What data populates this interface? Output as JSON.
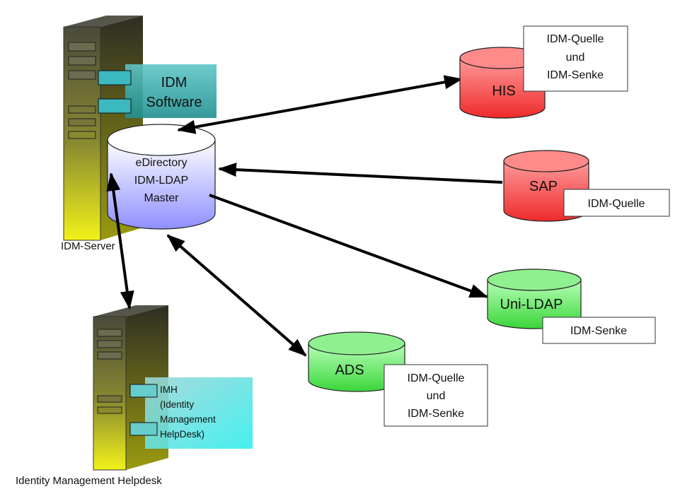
{
  "idm_server": {
    "caption": "IDM-Server",
    "software": [
      "IDM",
      "Software"
    ],
    "directory": [
      "eDirectory",
      "IDM-LDAP",
      "Master"
    ]
  },
  "helpdesk": {
    "caption": "Identity Management Helpdesk",
    "module": [
      "IMH",
      "(Identity",
      "Management",
      "HelpDesk)"
    ]
  },
  "systems": {
    "his": {
      "name": "HIS",
      "role": [
        "IDM-Quelle",
        "und",
        "IDM-Senke"
      ],
      "color": "#ff4d4d"
    },
    "sap": {
      "name": "SAP",
      "role": [
        "IDM-Quelle"
      ],
      "color": "#ff4d4d"
    },
    "unildap": {
      "name": "Uni-LDAP",
      "role": [
        "IDM-Senke"
      ],
      "color": "#55e055"
    },
    "ads": {
      "name": "ADS",
      "role": [
        "IDM-Quelle",
        "und",
        "IDM-Senke"
      ],
      "color": "#55e055"
    }
  }
}
